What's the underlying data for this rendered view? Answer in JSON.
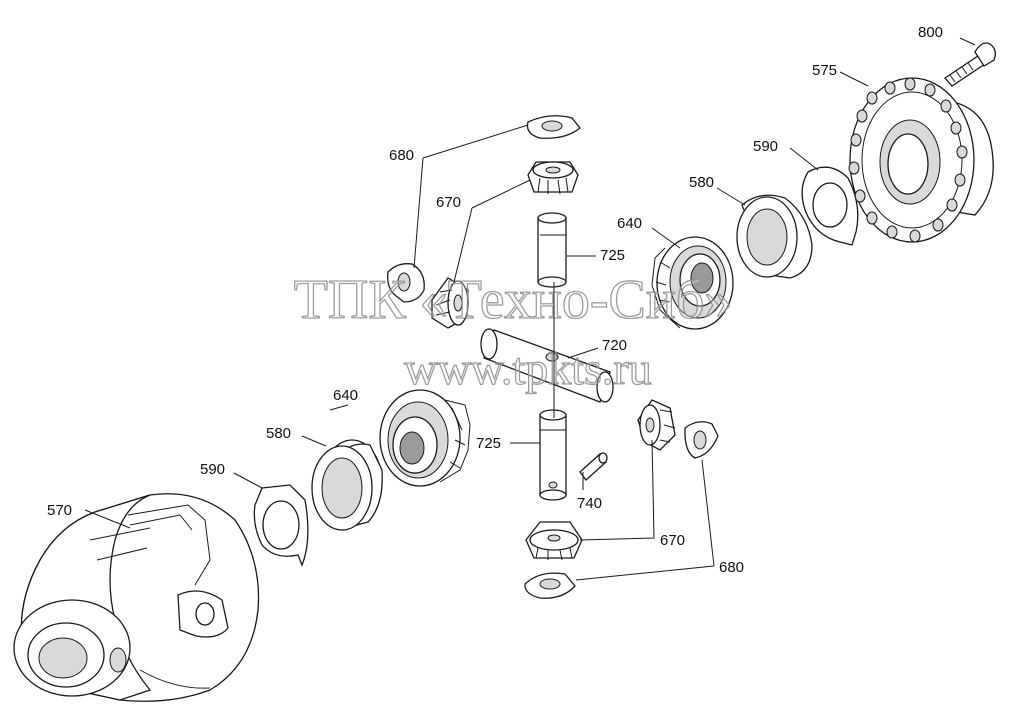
{
  "watermark": {
    "line1": "ТПК «Техно-Сиб»",
    "line2": "www.tpkts.ru"
  },
  "labels": {
    "p800": "800",
    "p575": "575",
    "p590_top": "590",
    "p580_top": "580",
    "p640_top": "640",
    "p680_top": "680",
    "p670_top": "670",
    "p725_top": "725",
    "p720": "720",
    "p640_left": "640",
    "p580_left": "580",
    "p590_left": "590",
    "p570": "570",
    "p725_bottom": "725",
    "p740": "740",
    "p670_bottom": "670",
    "p680_bottom": "680"
  }
}
